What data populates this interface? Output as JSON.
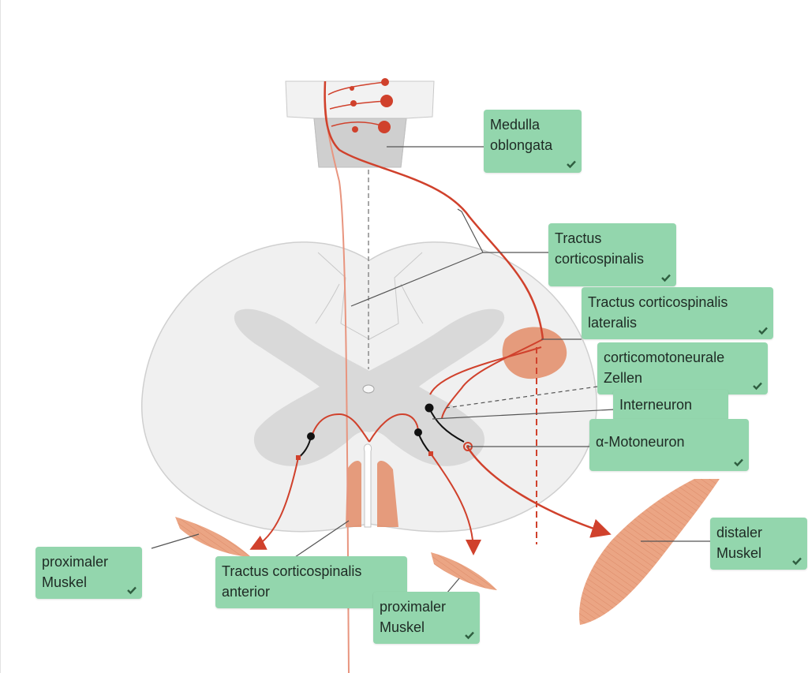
{
  "colors": {
    "label_bg": "#93d6ad",
    "check": "#2f5e40",
    "pathway": "#d0412c",
    "pathway_light": "#e8957f",
    "tract_fill": "#e38c67",
    "cord_outline": "#cfcfcf",
    "grey_matter": "#dadada"
  },
  "labels": [
    {
      "id": "medulla",
      "text": "Medulla\noblongata",
      "checked": true
    },
    {
      "id": "tractus-corticospinalis",
      "text": "Tractus\ncorticospinalis",
      "checked": true
    },
    {
      "id": "tractus-lateralis",
      "text": "Tractus corticospinalis\nlateralis",
      "checked": true
    },
    {
      "id": "corticomotoneurale",
      "text": "corticomotoneurale\nZellen",
      "checked": true
    },
    {
      "id": "interneuron",
      "text": "Interneuron",
      "checked": false
    },
    {
      "id": "motoneuron",
      "text": "α-Motoneuron",
      "checked": true
    },
    {
      "id": "distaler-muskel",
      "text": "distaler\nMuskel",
      "checked": true
    },
    {
      "id": "proximaler-muskel-left",
      "text": "proximaler\nMuskel",
      "checked": true
    },
    {
      "id": "tractus-anterior",
      "text": "Tractus corticospinalis\nanterior",
      "checked": false
    },
    {
      "id": "proximaler-muskel-center",
      "text": "proximaler\nMuskel",
      "checked": true
    }
  ],
  "icons": {
    "check": "check-icon"
  }
}
